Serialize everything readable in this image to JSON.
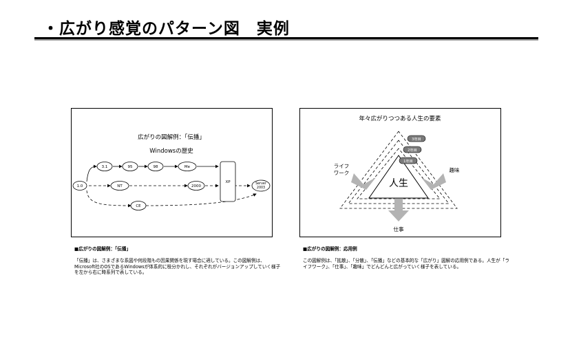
{
  "page": {
    "title": "・広がり感覚のパターン図　実例"
  },
  "figure1": {
    "title": "広がりの図解例：「伝播」",
    "subtitle": "Windowsの歴史",
    "nodes": {
      "v10": "1.0",
      "v31": "3.1",
      "v95": "95",
      "v98": "98",
      "me": "Me",
      "nt": "NT",
      "w2000": "2000",
      "xp": "XP",
      "server1": "Server",
      "server2": "2003",
      "ce": "CE"
    },
    "caption_heading": "■広がりの図解例：「伝播」",
    "caption_body": "「伝播」は、さまざまな系図や何段階もの因果関係を現す場合に適している。この図解例は、Microsoft社のOSであるWindowsが体系的に枝分かれし、それぞれがバージョンアップしていく様子を左から右に時系列で表している。"
  },
  "figure2": {
    "title": "年々広がりつつある人生の要素",
    "center": "人生",
    "years": [
      "3年目",
      "2年目",
      "1年目"
    ],
    "left_label_1": "ライフ",
    "left_label_2": "ワーク",
    "right_label": "趣味",
    "bottom_label": "仕事",
    "caption_heading": "■広がりの図解例：応用例",
    "caption_body": "この図解例は、「拡散」、「分散」、「伝播」などの基本的な「広がり」図解の応用例である。人生が「ライフワーク」、「仕事」、「趣味」でどんどんと広がっていく様子を表している。"
  }
}
